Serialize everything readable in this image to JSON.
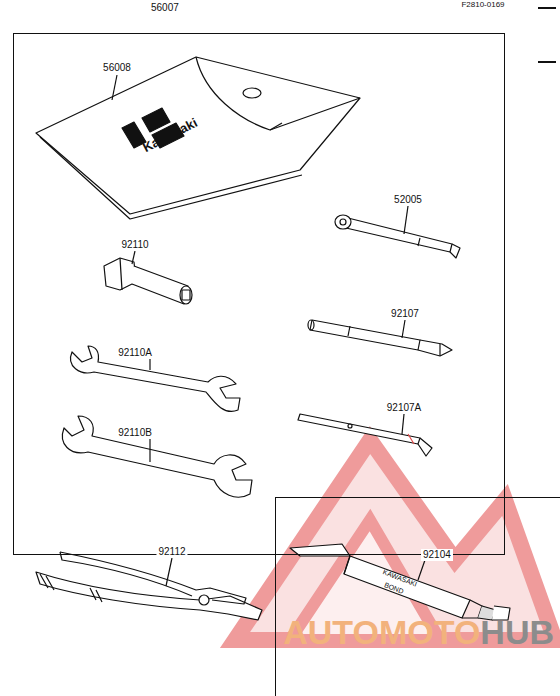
{
  "diagram": {
    "nodes": [
      {
        "text": [
          "56007"
        ]
      },
      {
        "text": [
          "92104"
        ]
      }
    ],
    "labels": [
      "F2810-0169",
      "56008",
      "Kawasaki",
      "52005",
      "92110",
      "92107",
      "92110A",
      "92107A",
      "92110B",
      "92112",
      "KAWASAKI",
      "BOND",
      "AUTOMOTO",
      "HUB"
    ]
  }
}
